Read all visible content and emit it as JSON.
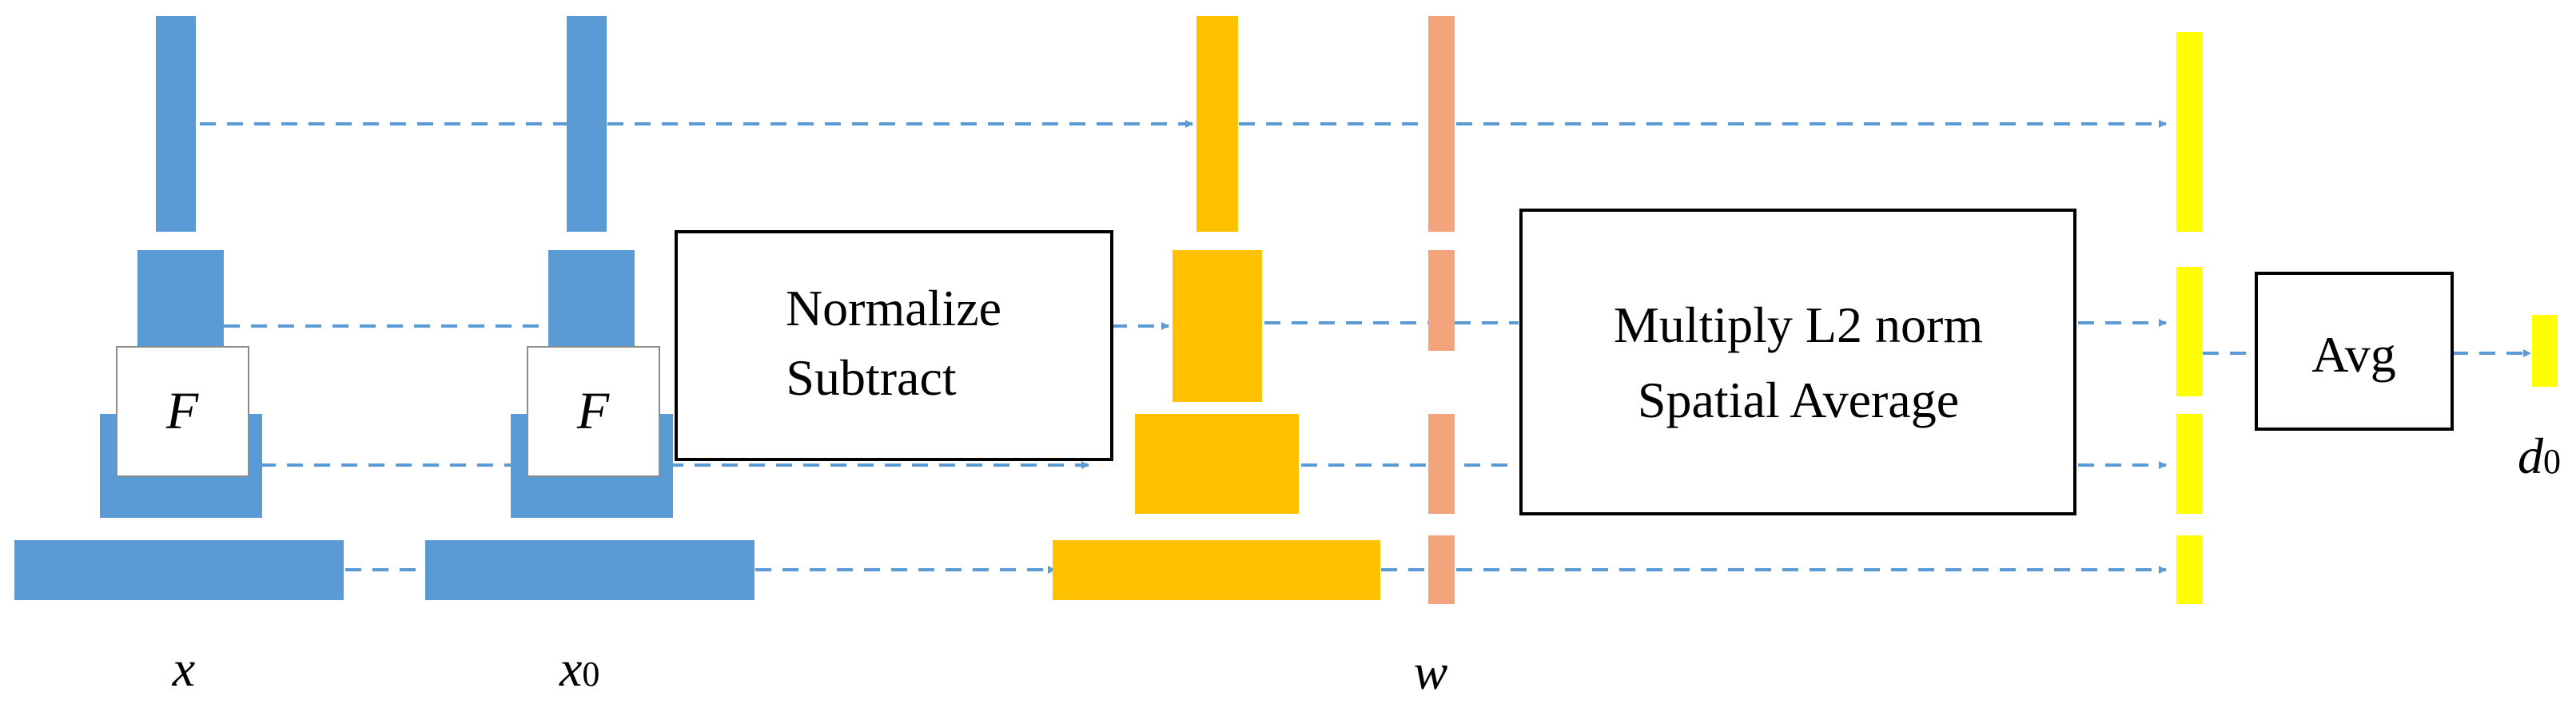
{
  "colors": {
    "blue": "#5B9BD5",
    "orange": "#FFC000",
    "salmon": "#F4A47C",
    "yellow": "#FFFF00",
    "arrow": "#5B9BD5",
    "box_stroke": "#000000"
  },
  "labels": {
    "x": "x",
    "x0_base": "x",
    "x0_sub": "0",
    "w": "w",
    "d0_base": "d",
    "d0_sub": "0",
    "f1": "F",
    "f2": "F"
  },
  "boxes": {
    "normalize": [
      "Normalize",
      "Subtract"
    ],
    "multiply": [
      "Multiply L2 norm",
      "Spatial Average"
    ],
    "avg": "Avg"
  }
}
